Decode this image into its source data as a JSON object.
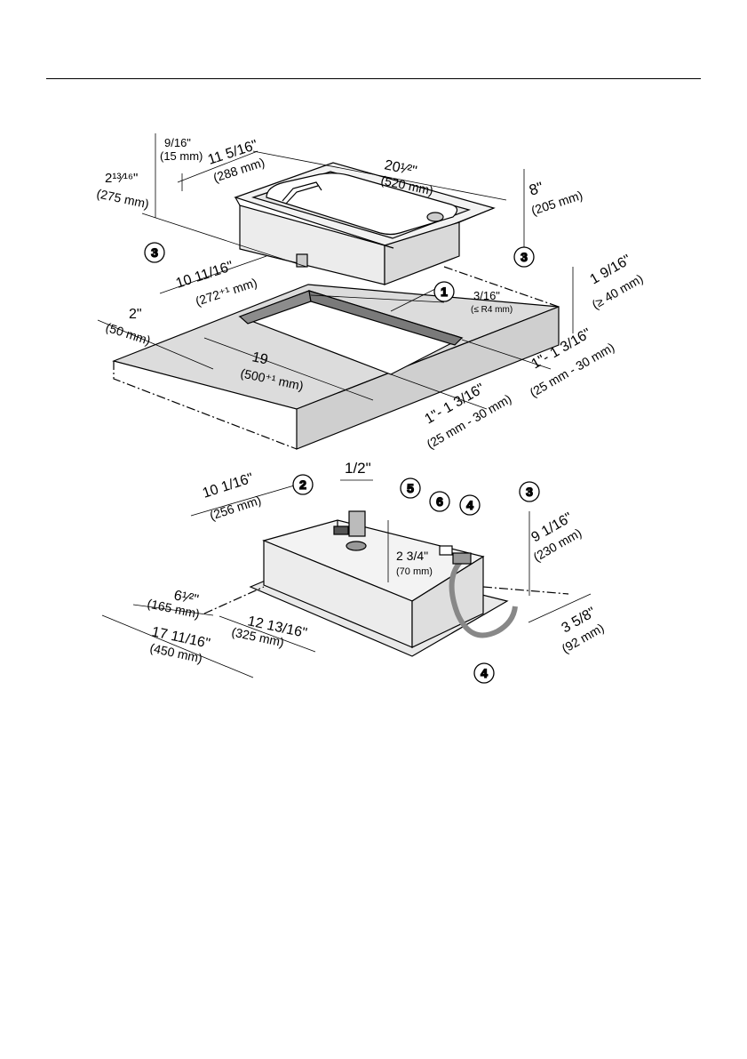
{
  "dimensions": {
    "lip_depth": "9/16\"",
    "lip_depth_mm": "(15 mm)",
    "edge_offset": "2¹³⁄¹⁶\"",
    "edge_offset_mm": "(275 mm)",
    "appliance_depth": "11 5/16\"",
    "appliance_depth_mm": "(288 mm)",
    "appliance_width": "20¹⁄²\"",
    "appliance_width_mm": "(520 mm)",
    "appliance_height": "8\"",
    "appliance_height_mm": "(205 mm)",
    "cutout_depth": "10 11/16\"",
    "cutout_depth_mm": "(272⁺¹ mm)",
    "front_clearance": "2\"",
    "front_clearance_mm": "(50 mm)",
    "cutout_width": "19",
    "cutout_width_mm": "(500⁺¹ mm)",
    "corner_radius": "3/16\"",
    "corner_radius_mm": "(≤ R4 mm)",
    "worktop_thickness": "1 9/16\"",
    "worktop_thickness_mm": "(≥ 40 mm)",
    "rear_gap": "1\"- 1 3/16\"",
    "rear_gap_mm": "(25 mm - 30 mm)",
    "side_gap": "1\"- 1 3/16\"",
    "side_gap_mm": "(25 mm - 30 mm)",
    "gas_thread": "1/2\"",
    "gas_depth": "10 1/16\"",
    "gas_depth_mm": "(256 mm)",
    "gas_height": "2 3/4\"",
    "gas_height_mm": "(70 mm)",
    "cable_height": "9 1/16\"",
    "cable_height_mm": "(230 mm)",
    "cable_side": "3 5/8\"",
    "cable_side_mm": "(92 mm)",
    "gas_side": "6¹⁄²\"",
    "gas_side_mm": "(165 mm)",
    "box_width": "12 13/16\"",
    "box_width_mm": "(325 mm)",
    "total_width": "17 11/16\"",
    "total_width_mm": "(450 mm)"
  },
  "callouts": {
    "c1": "1",
    "c2": "2",
    "c3": "3",
    "c4": "4",
    "c5": "5",
    "c6": "6"
  }
}
